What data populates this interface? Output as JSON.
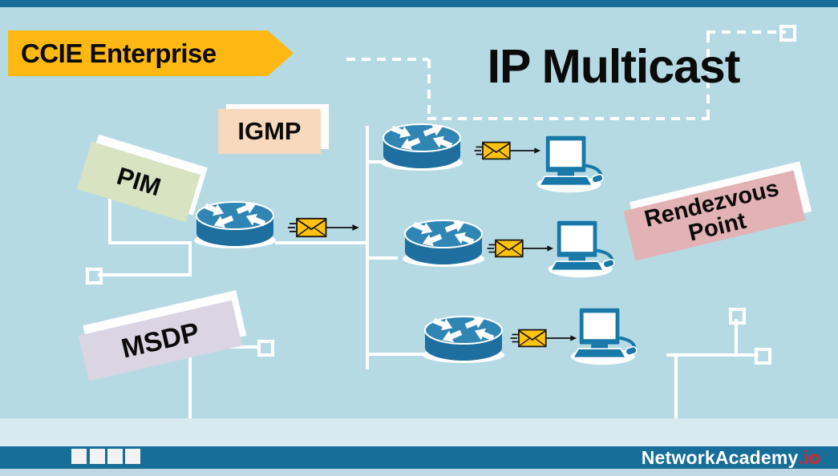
{
  "header": {
    "badge_label": "CCIE Enterprise",
    "title": "IP Multicast"
  },
  "protocol_labels": {
    "igmp": "IGMP",
    "pim": "PIM",
    "msdp": "MSDP",
    "rendezvous_point_line1": "Rendezvous",
    "rendezvous_point_line2": "Point"
  },
  "footer": {
    "brand_name": "NetworkAcademy",
    "brand_suffix": ".io"
  },
  "icons": {
    "router": "router-icon",
    "workstation": "workstation-icon",
    "multicast_packet": "envelope-icon"
  },
  "colors": {
    "background": "#B6DAE4",
    "top_bar": "#176E98",
    "footer_bar": "#176E98",
    "floor_band": "#D9E9F0",
    "bottom_strip": "#BFD8E3",
    "banner_yellow": "#FDB813",
    "igmp_bg": "#F8D9BD",
    "pim_bg": "#D7E3C1",
    "msdp_bg": "#DBD5E3",
    "rendezvous_bg": "#E2B2B4",
    "router_top": "#2F86B5",
    "router_body": "#1E6FA0",
    "workstation_blue": "#1878A8",
    "envelope_yellow": "#FFC20E",
    "brand_red": "#E32228",
    "line_white": "#FFFFFF",
    "text_black": "#0B0B0B"
  }
}
